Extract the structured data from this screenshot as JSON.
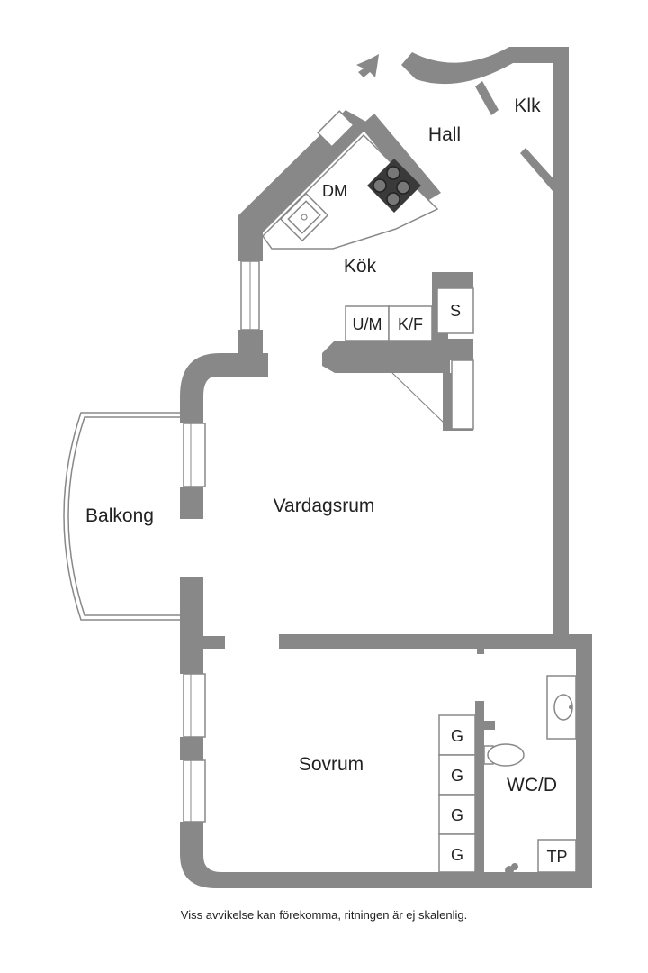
{
  "rooms": {
    "hall": "Hall",
    "klk": "Klk",
    "kok": "Kök",
    "vardagsrum": "Vardagsrum",
    "balkong": "Balkong",
    "sovrum": "Sovrum",
    "wc": "WC/D"
  },
  "fixtures": {
    "dm": "DM",
    "um": "U/M",
    "kf": "K/F",
    "s": "S",
    "g1": "G",
    "g2": "G",
    "g3": "G",
    "g4": "G",
    "tp": "TP"
  },
  "footer": {
    "disclaimer": "Viss avvikelse kan förekomma, ritningen är ej skalenlig."
  },
  "colors": {
    "wall": "#888888",
    "text": "#222222",
    "background": "#ffffff"
  }
}
